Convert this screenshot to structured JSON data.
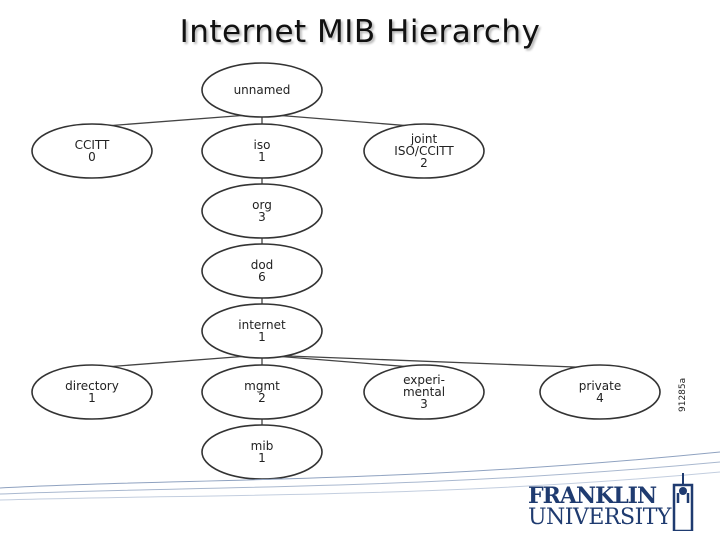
{
  "slide": {
    "title": "Internet MIB Hierarchy"
  },
  "tree": {
    "nodes": [
      {
        "id": "unnamed",
        "lines": [
          "unnamed"
        ]
      },
      {
        "id": "ccitt",
        "lines": [
          "CCITT",
          "0"
        ]
      },
      {
        "id": "iso",
        "lines": [
          "iso",
          "1"
        ]
      },
      {
        "id": "joint",
        "lines": [
          "joint",
          "ISO/CCITT",
          "2"
        ]
      },
      {
        "id": "org",
        "lines": [
          "org",
          "3"
        ]
      },
      {
        "id": "dod",
        "lines": [
          "dod",
          "6"
        ]
      },
      {
        "id": "internet",
        "lines": [
          "internet",
          "1"
        ]
      },
      {
        "id": "directory",
        "lines": [
          "directory",
          "1"
        ]
      },
      {
        "id": "mgmt",
        "lines": [
          "mgmt",
          "2"
        ]
      },
      {
        "id": "experimental",
        "lines": [
          "experi-",
          "mental",
          "3"
        ]
      },
      {
        "id": "private",
        "lines": [
          "private",
          "4"
        ]
      },
      {
        "id": "mib",
        "lines": [
          "mib",
          "1"
        ]
      }
    ],
    "edges": [
      [
        "unnamed",
        "ccitt"
      ],
      [
        "unnamed",
        "iso"
      ],
      [
        "unnamed",
        "joint"
      ],
      [
        "iso",
        "org"
      ],
      [
        "org",
        "dod"
      ],
      [
        "dod",
        "internet"
      ],
      [
        "internet",
        "directory"
      ],
      [
        "internet",
        "mgmt"
      ],
      [
        "internet",
        "experimental"
      ],
      [
        "internet",
        "private"
      ],
      [
        "mgmt",
        "mib"
      ]
    ],
    "side_code": "91285a"
  },
  "logo": {
    "line1": "FRANKLIN",
    "line2": "UNIVERSITY",
    "color": "#1f3b70"
  }
}
